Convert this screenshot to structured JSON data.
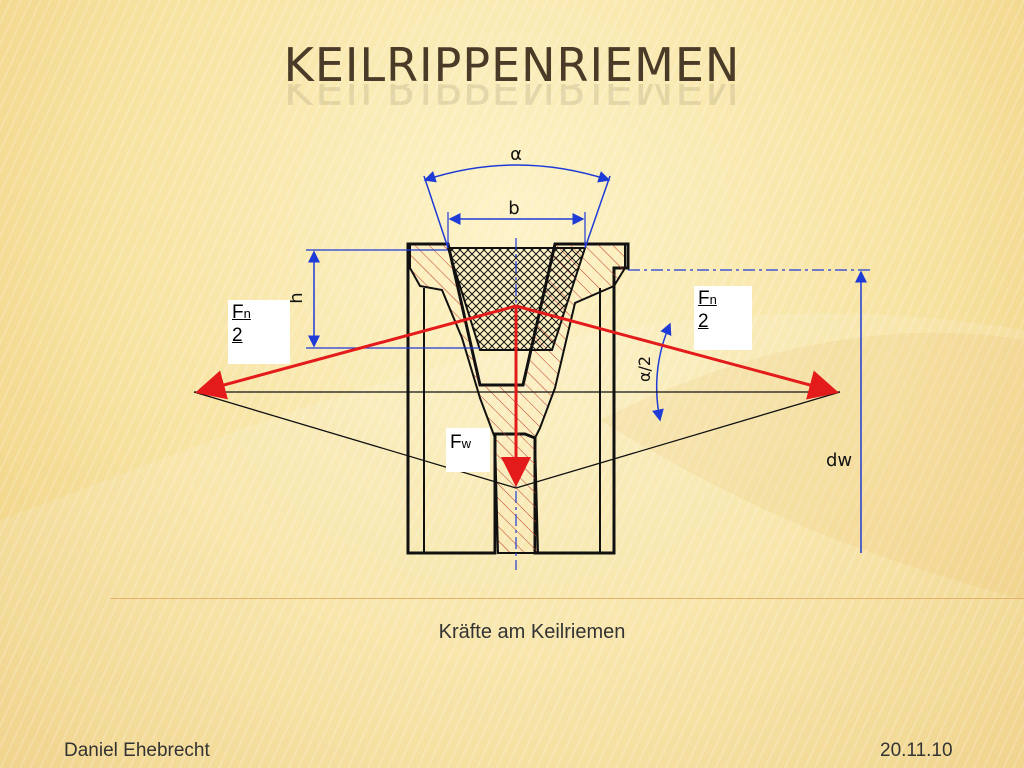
{
  "slide": {
    "title": "Keilrippenriemen",
    "caption": "Kräfte am Keilriemen",
    "author": "Daniel Ehebrecht",
    "date": "20.11.10"
  },
  "diagram": {
    "labels": {
      "alpha": "α",
      "b": "b",
      "h": "h",
      "alpha_half": "α/2",
      "dw": "dw"
    },
    "force_left": {
      "symbol": "F",
      "sub": "n",
      "denominator": "2"
    },
    "force_right": {
      "symbol": "F",
      "sub": "n",
      "denominator": "2"
    },
    "force_w": {
      "symbol": "F",
      "sub": "w"
    }
  },
  "colors": {
    "force": "#e31b1b",
    "dimension": "#1f3bd6",
    "hatch": "#c0392b",
    "title": "#4a3b28"
  }
}
